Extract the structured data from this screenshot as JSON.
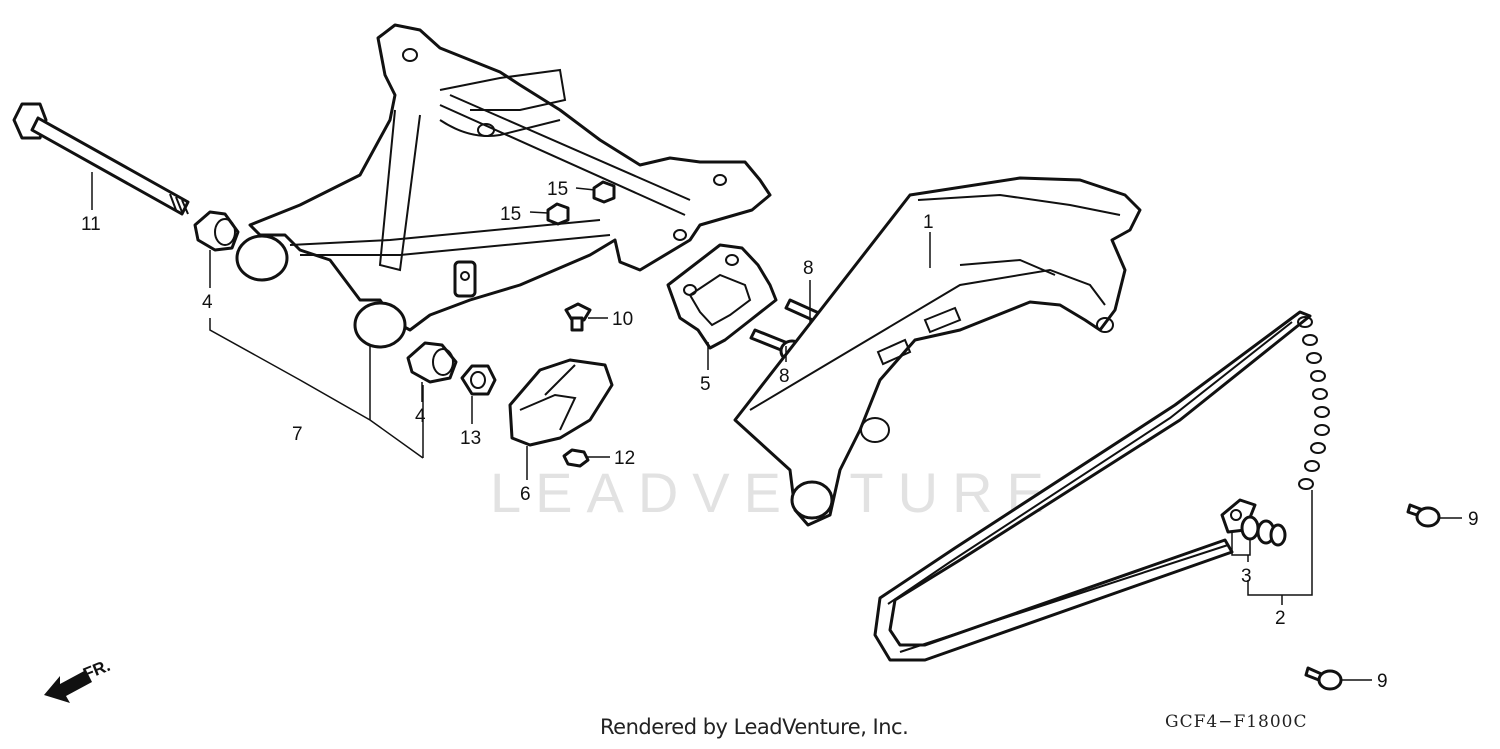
{
  "watermark": "LEADVENTURE",
  "front_indicator": "FR.",
  "callouts": {
    "c1": "1",
    "c2": "2",
    "c3": "3",
    "c4a": "4",
    "c4b": "4",
    "c5": "5",
    "c6": "6",
    "c7": "7",
    "c8a": "8",
    "c8b": "8",
    "c9a": "9",
    "c9b": "9",
    "c10": "10",
    "c11": "11",
    "c12": "12",
    "c13": "13",
    "c15a": "15",
    "c15b": "15"
  },
  "footer": {
    "credit": "Rendered by LeadVenture, Inc.",
    "code": "GCF4−F1800C"
  },
  "colors": {
    "line": "#111111",
    "watermark": "#e2e2e2",
    "background": "#ffffff"
  }
}
